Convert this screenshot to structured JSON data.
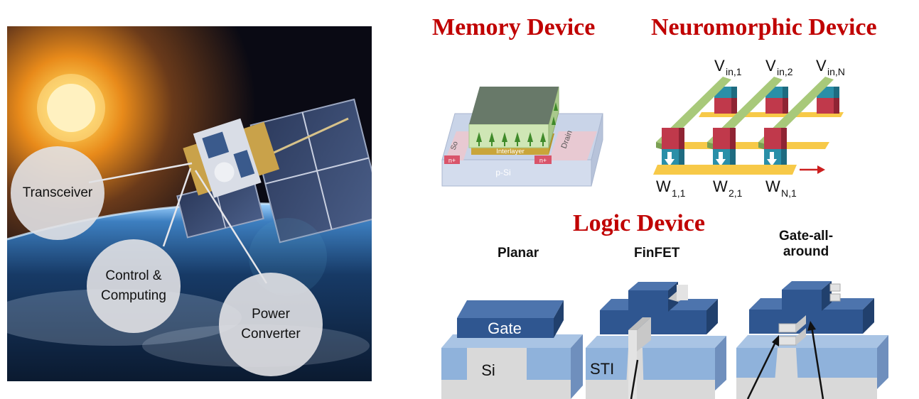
{
  "satellite_panel": {
    "subsystems": {
      "transceiver": "Transceiver",
      "control_line1": "Control &",
      "control_line2": "Computing",
      "power_line1": "Power",
      "power_line2": "Converter"
    }
  },
  "memory_device": {
    "title": "Memory Device",
    "labels": {
      "source": "So",
      "drain": "Drain",
      "interlayer": "Interlayer",
      "n_left": "n+",
      "n_right": "n+",
      "substrate": "p-Si"
    }
  },
  "neuromorphic_device": {
    "title": "Neuromorphic Device",
    "inputs": [
      "V",
      "V",
      "V"
    ],
    "input_subs": [
      "in,1",
      "in,2",
      "in,N"
    ],
    "weights": [
      "W",
      "W",
      "W"
    ],
    "weight_subs": [
      "1,1",
      "2,1",
      "N,1"
    ]
  },
  "logic_device": {
    "title": "Logic Device",
    "variants": {
      "planar": "Planar",
      "finfet": "FinFET",
      "gaa_line1": "Gate-all-",
      "gaa_line2": "around"
    },
    "labels": {
      "gate": "Gate",
      "si": "Si",
      "sti": "STI"
    }
  },
  "colors": {
    "title_red": "#c00000",
    "gate_blue": "#2f5690",
    "ox_blue": "#8fb2db",
    "si_gray": "#d9d9d9"
  }
}
